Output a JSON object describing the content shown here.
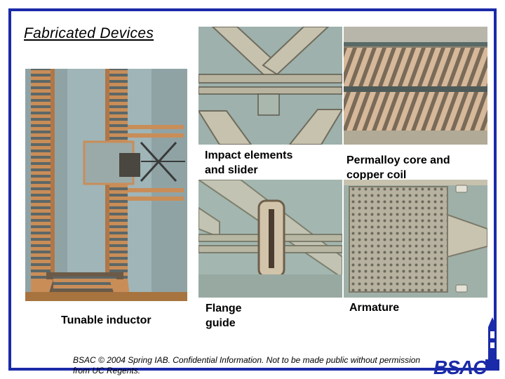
{
  "slide": {
    "title": "Fabricated Devices",
    "footer": "BSAC © 2004 Spring IAB. Confidential Information. Not to be made public without permission from UC Regents.",
    "logo": "BSAC"
  },
  "captions": {
    "tunable_inductor": "Tunable inductor",
    "impact": "Impact elements and slider",
    "permalloy": "Permalloy core and copper coil",
    "flange": "Flange guide",
    "armature": "Armature"
  },
  "colors": {
    "frame": "#1a2aa8",
    "substrate": "#8fa3a5",
    "copper": "#c98d58",
    "metal": "#c7c2ae"
  }
}
